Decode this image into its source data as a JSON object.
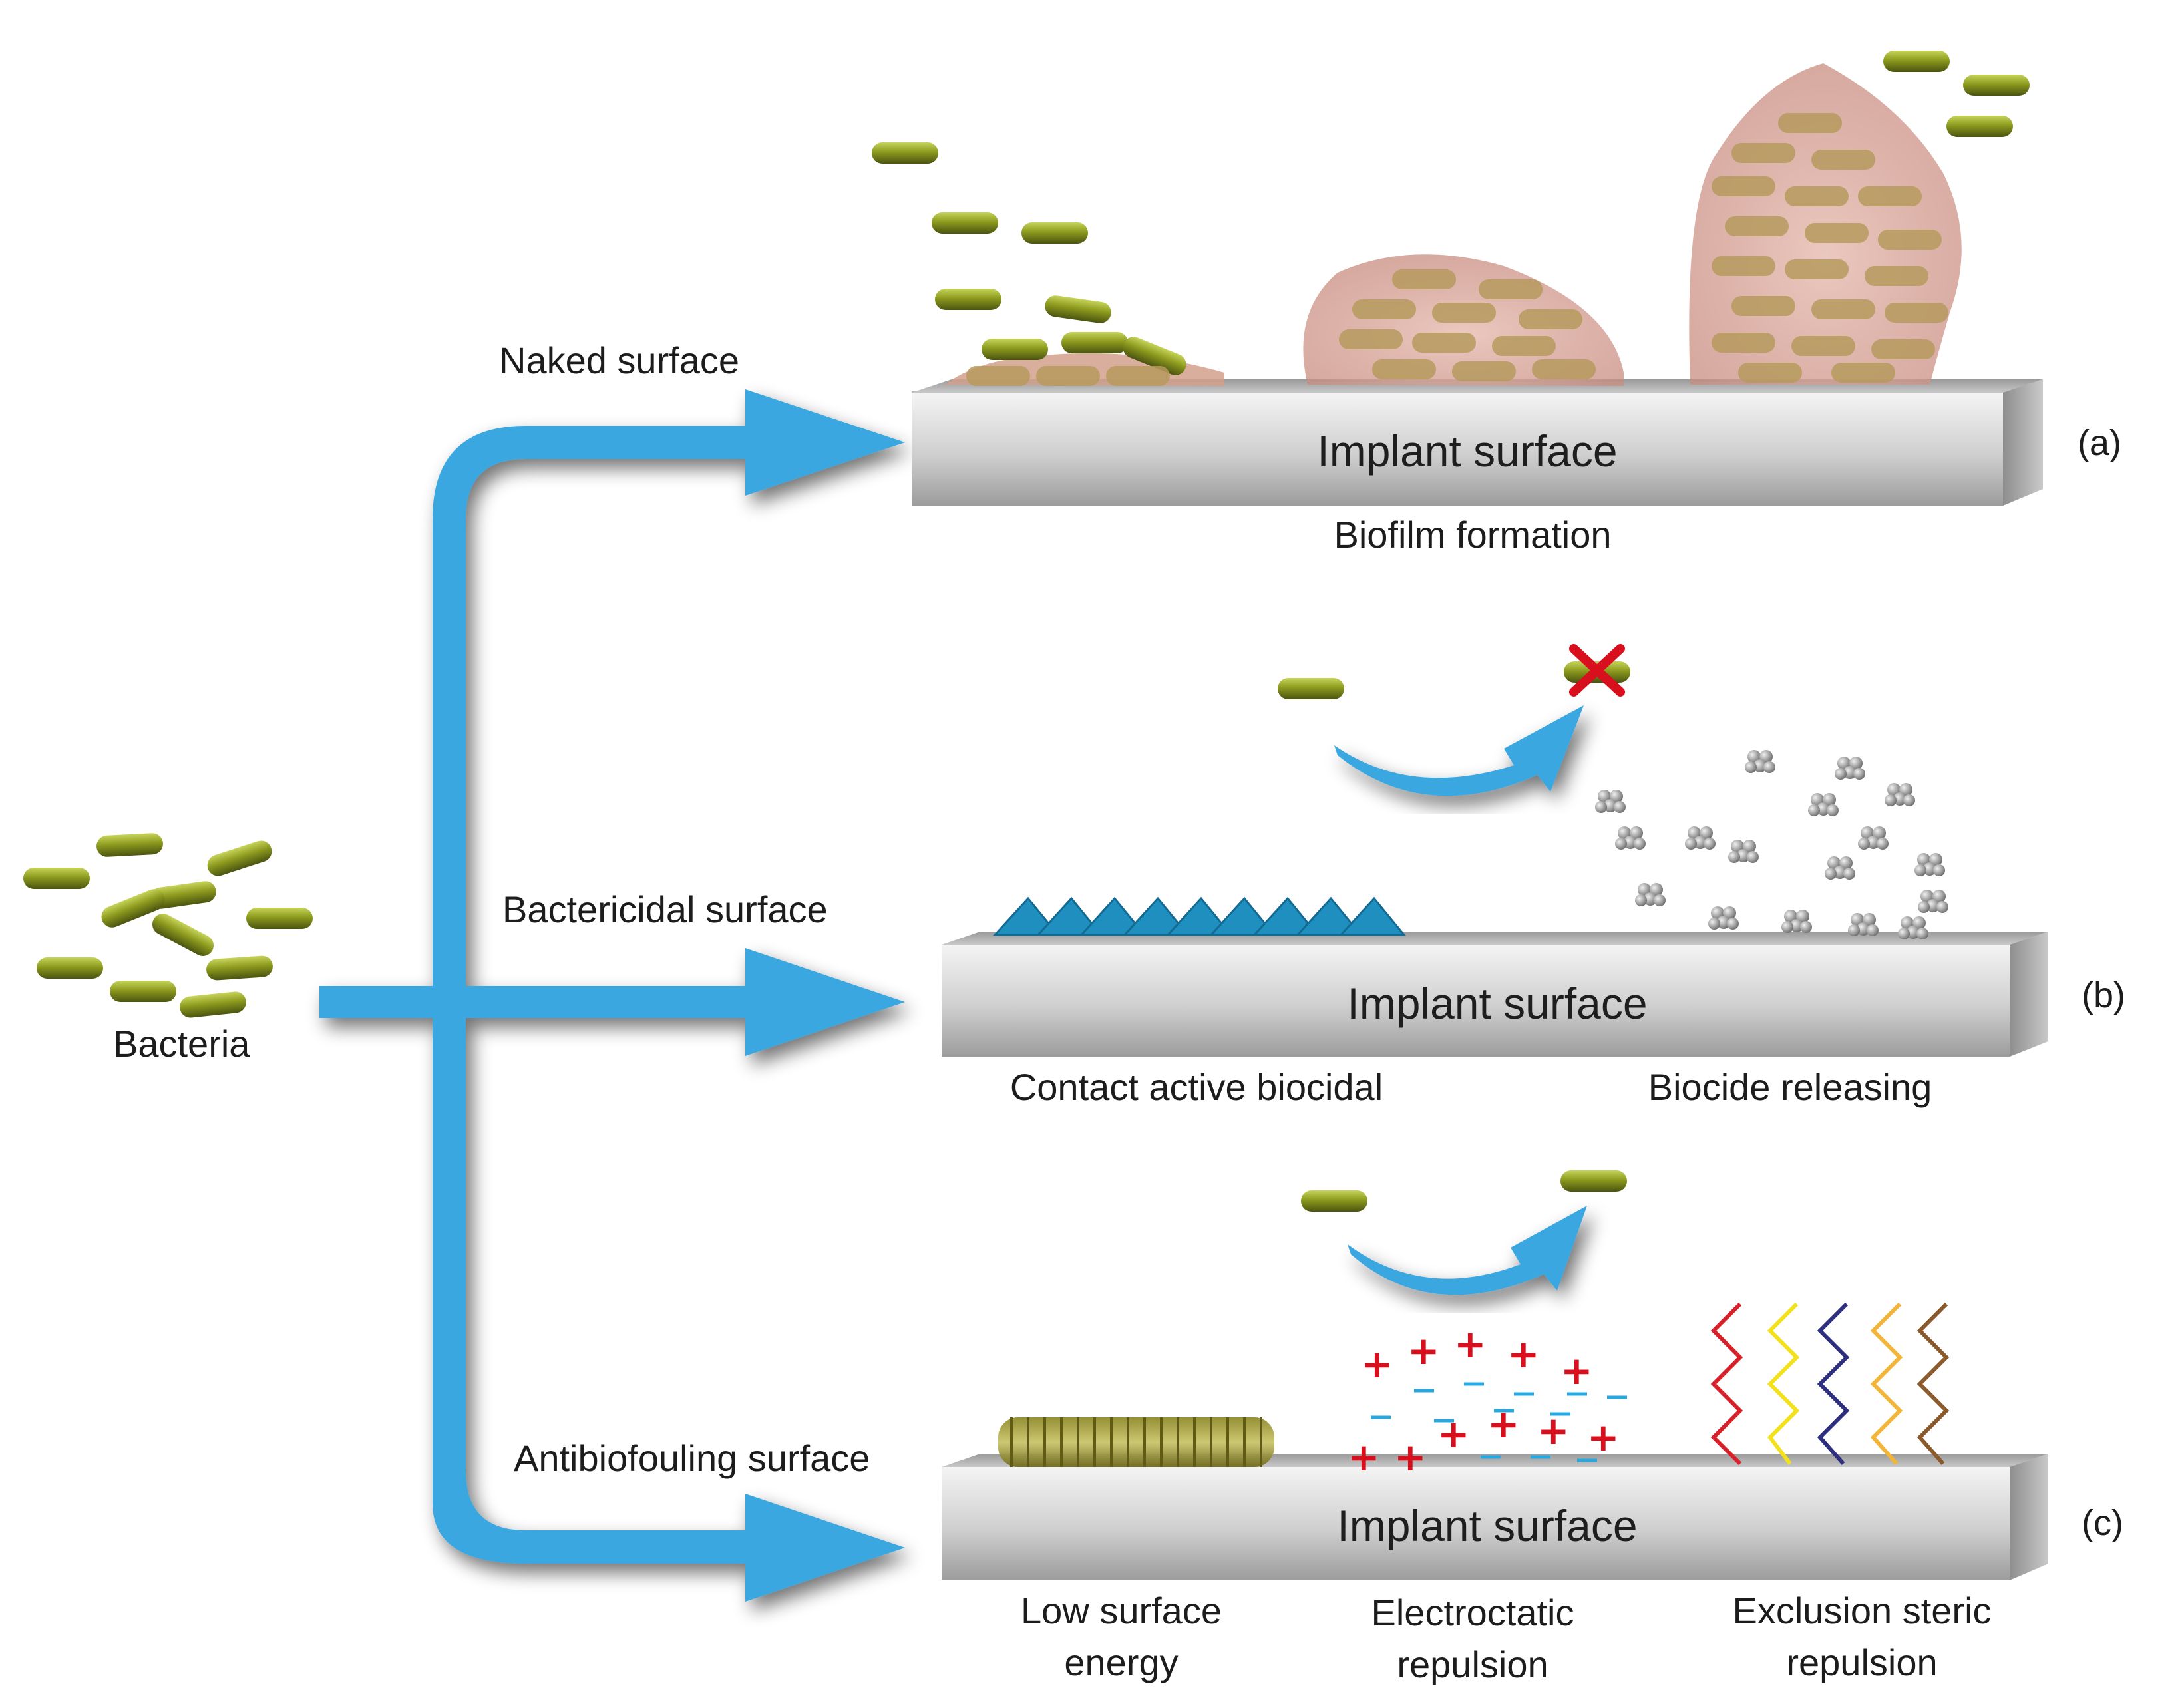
{
  "source": {
    "label": "Bacteria"
  },
  "branches": [
    {
      "id": "a",
      "label": "Naked surface",
      "surface": "Implant surface",
      "tag": "(a)",
      "captions": [
        "Biofilm formation"
      ]
    },
    {
      "id": "b",
      "label": "Bactericidal surface",
      "surface": "Implant surface",
      "tag": "(b)",
      "captions": [
        "Contact active biocidal",
        "Biocide releasing"
      ]
    },
    {
      "id": "c",
      "label": "Antibiofouling surface",
      "surface": "Implant surface",
      "tag": "(c)",
      "captions": [
        {
          "line1": "Low surface",
          "line2": "energy"
        },
        {
          "line1": "Electroctatic",
          "line2": "repulsion"
        },
        {
          "line1": "Exclusion steric",
          "line2": "repulsion"
        }
      ]
    }
  ],
  "icons": {
    "bacterium": "bacterium-icon",
    "biocide": "biocide-particle-icon",
    "kill_mark": "red-cross-icon",
    "positive_charge": "plus-charge-icon",
    "negative_charge": "minus-charge-icon"
  },
  "colors": {
    "arrow": "#3aa7e0",
    "bacterium": "#8c9a1e",
    "biofilm": "#d8a094",
    "spikes": "#1f8fbf",
    "cross": "#d8101e",
    "plus": "#d8101e",
    "minus": "#29a8e0",
    "brush_strands": [
      "#d9202a",
      "#f2e21b",
      "#2e2f7f",
      "#f2b53a",
      "#8a5a2b"
    ]
  }
}
